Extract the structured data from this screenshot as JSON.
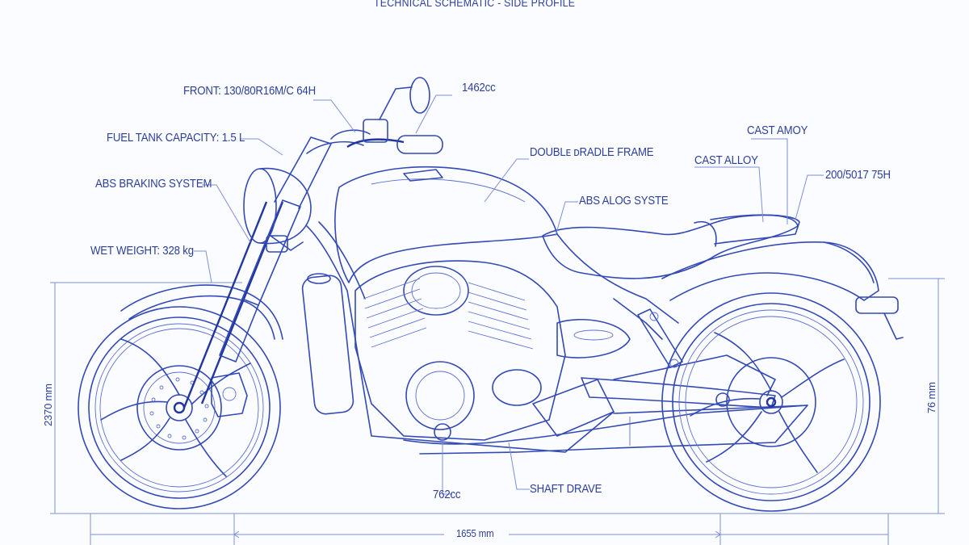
{
  "title": "TECHNICAL SCHEMATIC - SIDE PROFILE",
  "labels": {
    "front_tire": "FRONT: 130/80R16M/C 64H",
    "displacement_top": "1462cc",
    "fuel_tank": "FUEL TANK CAPACITY: 1.5 L",
    "frame": "DOUBLᴇ ᴅRADLE FRAME",
    "abs_braking": "ABS BRAKING SYSTEM",
    "cast_amoy": "CAST AMOY",
    "cast_alloy": "CAST ALLOY",
    "rear_tire": "200/5017 75H",
    "abs_alog": "ABS ALOG SYSTE",
    "wet_weight": "WET WEIGHT: 328 kg",
    "displacement_bottom": "762cc",
    "shaft_drive": "SHAFT DRAVE"
  },
  "dimensions": {
    "height": "2370 mm",
    "wheelbase": "1655 mm",
    "rear_height": "76 mm"
  },
  "colors": {
    "line": "#3349b5",
    "text": "#2c3f9a",
    "background": "#fbfcff"
  }
}
